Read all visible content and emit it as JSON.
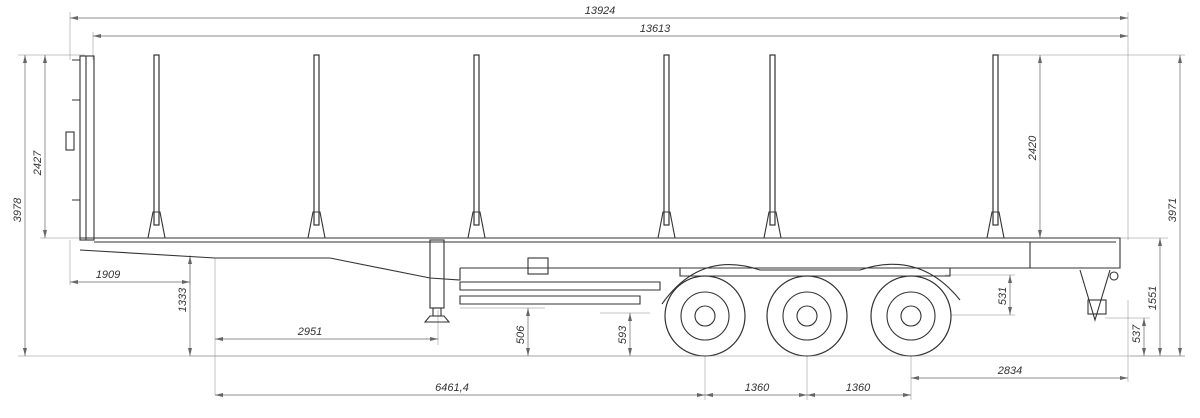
{
  "dimensions": {
    "overall_length": "13924",
    "platform_length": "13613",
    "front_height": "3978",
    "front_wall_height": "2427",
    "rear_post_height": "2420",
    "rear_height": "3971",
    "front_overhang": "1909",
    "support_height": "1333",
    "support_to_center": "2951",
    "frame_depth": "506",
    "side_guard": "593",
    "fender_clearance": "531",
    "rear_deck_height": "1551",
    "rear_light_height": "537",
    "kingpin_to_axle": "6461,4",
    "axle_spacing_1": "1360",
    "axle_spacing_2": "1360",
    "rear_overhang": "2834"
  },
  "colors": {
    "line": "#333333",
    "dimension": "#666666"
  }
}
